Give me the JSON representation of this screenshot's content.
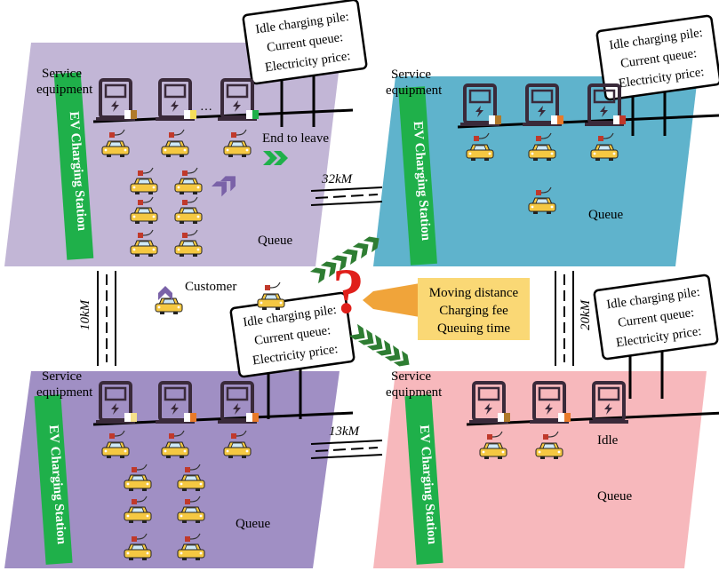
{
  "billboard": {
    "line1": "Idle charging pile:",
    "line2": "Current queue:",
    "line3": "Electricity price:"
  },
  "stations": [
    {
      "id": "top-left",
      "color": "#c2b6d6",
      "service_label_1": "Service",
      "service_label_2": "equipment",
      "station_name": "EV Charging Station",
      "queue_label": "Queue",
      "note": "End to leave"
    },
    {
      "id": "top-right",
      "color": "#5fb3cc",
      "service_label_1": "Service",
      "service_label_2": "equipment",
      "station_name": "EV Charging Station",
      "queue_label": "Queue"
    },
    {
      "id": "bottom-left",
      "color": "#a08fc4",
      "service_label_1": "Service",
      "service_label_2": "equipment",
      "station_name": "EV Charging Station",
      "queue_label": "Queue"
    },
    {
      "id": "bottom-right",
      "color": "#f7b8bc",
      "service_label_1": "Service",
      "service_label_2": "equipment",
      "station_name": "EV Charging Station",
      "queue_label": "Queue",
      "note": "Idle"
    }
  ],
  "roads": {
    "top": "32kM",
    "bottom": "13kM",
    "left": "10kM",
    "right": "20kM"
  },
  "center": {
    "customer_label": "Customer",
    "factors": [
      "Moving distance",
      "Charging fee",
      "Queuing time"
    ],
    "factors_color": "#fad875"
  },
  "colors": {
    "car": "#f5c842",
    "station_sign": "#1fb04a",
    "arrow_green": "#2e7d32",
    "arrow_purple": "#7a62a8",
    "question": "#e0201b"
  }
}
